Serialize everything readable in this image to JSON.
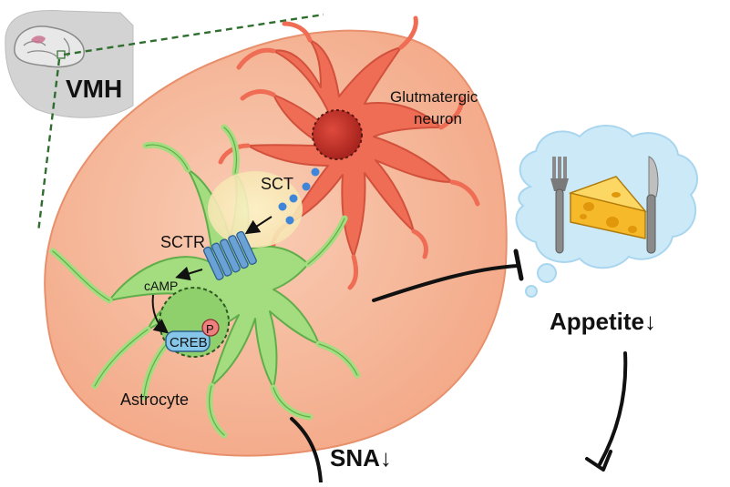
{
  "diagram": {
    "region_label": "VMH",
    "neuron_label_line1": "Glutmatergic",
    "neuron_label_line2": "neuron",
    "ligand_label": "SCT",
    "receptor_label": "SCTR",
    "second_messenger_label": "cAMP",
    "transcription_factor_label": "CREB",
    "phospho_label": "P",
    "glia_label": "Astrocyte",
    "effect_label": "Appetite↓",
    "nerve_label": "SNA↓"
  },
  "colors": {
    "cell_body": "#f5b598",
    "cell_body_edge": "#e8906c",
    "neuron": "#ef6d55",
    "neuron_nucleus": "#c2332a",
    "astrocyte": "#9fd87a",
    "astrocyte_edge": "#5fae4a",
    "receptor": "#6aa2d6",
    "secretin_dots": "#3f86d8",
    "creb": "#86c6e8",
    "phospho": "#ee8080",
    "thought_bubble": "#c7e7f6",
    "cheese": "#f6b92a",
    "arrows": "#111111",
    "dashed_line": "#2f6e2f",
    "brain": "#d2d2d2"
  },
  "icons": [
    "mouse-brain-icon",
    "fork-icon",
    "knife-icon",
    "cheese-icon",
    "phosphate-icon"
  ]
}
